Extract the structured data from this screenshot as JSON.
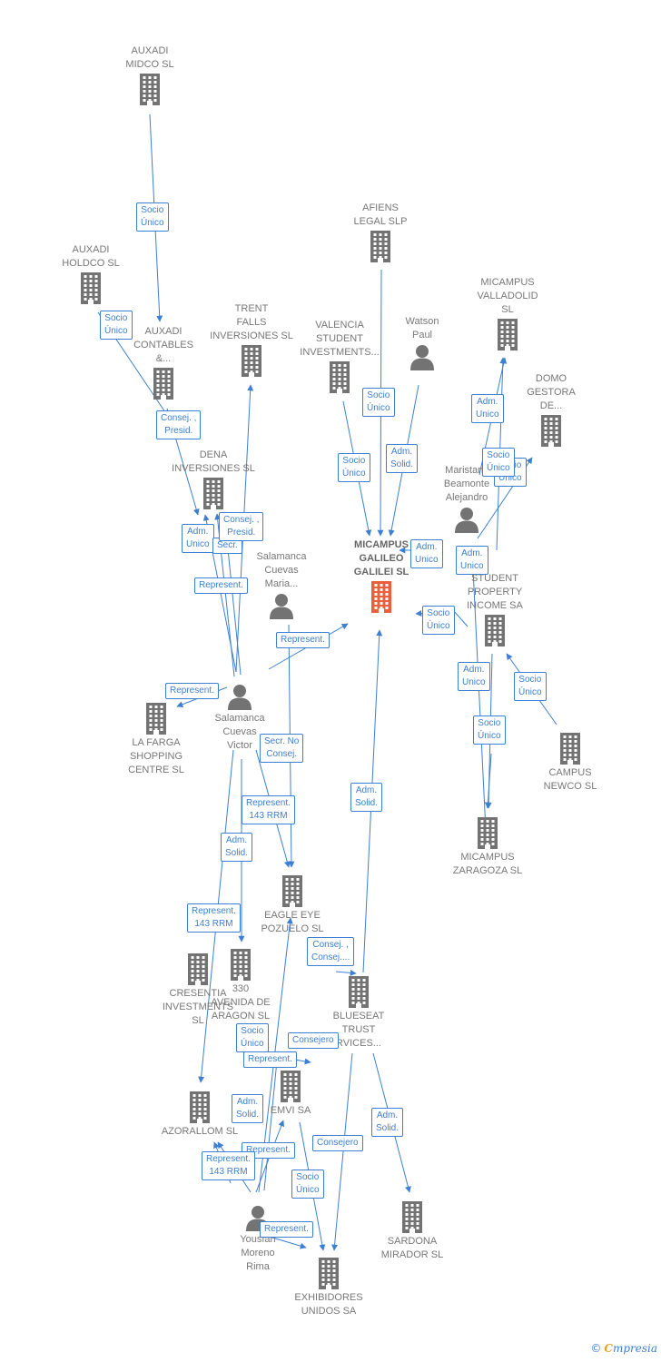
{
  "colors": {
    "edge": "#3d7fd1",
    "node_icon": "#737373",
    "focus_icon": "#e8603c"
  },
  "nodes": [
    {
      "id": "auxadi_midco",
      "label": "AUXADI\nMIDCO  SL",
      "type": "company"
    },
    {
      "id": "auxadi_holdco",
      "label": "AUXADI\nHOLDCO  SL",
      "type": "company"
    },
    {
      "id": "auxadi_contables",
      "label": "AUXADI\nCONTABLES\n&...",
      "type": "company"
    },
    {
      "id": "trent_falls",
      "label": "TRENT\nFALLS\nINVERSIONES SL",
      "type": "company"
    },
    {
      "id": "afiens",
      "label": "AFIENS\nLEGAL  SLP",
      "type": "company"
    },
    {
      "id": "valencia",
      "label": "VALENCIA\nSTUDENT\nINVESTMENTS...",
      "type": "company"
    },
    {
      "id": "watson",
      "label": "Watson\nPaul",
      "type": "person"
    },
    {
      "id": "micampus_valladolid",
      "label": "MICAMPUS\nVALLADOLID\nSL",
      "type": "company"
    },
    {
      "id": "domo",
      "label": "DOMO\nGESTORA\nDE...",
      "type": "company"
    },
    {
      "id": "dena",
      "label": "DENA\nINVERSIONES SL",
      "type": "company"
    },
    {
      "id": "maristany",
      "label": "Maristany\nBeamonte\nAlejandro",
      "type": "person"
    },
    {
      "id": "micampus_galileo",
      "label": "MICAMPUS\nGALILEO\nGALILEI  SL",
      "type": "focus"
    },
    {
      "id": "salamanca_maria",
      "label": "Salamanca\nCuevas\nMaria...",
      "type": "person"
    },
    {
      "id": "student_property",
      "label": "STUDENT\nPROPERTY\nINCOME SA",
      "type": "company"
    },
    {
      "id": "salamanca_victor",
      "label": "Salamanca\nCuevas\nVictor",
      "type": "person"
    },
    {
      "id": "la_farga",
      "label": "LA FARGA\nSHOPPING\nCENTRE SL",
      "type": "company"
    },
    {
      "id": "campus_newco",
      "label": "CAMPUS\nNEWCO  SL",
      "type": "company"
    },
    {
      "id": "micampus_zaragoza",
      "label": "MICAMPUS\nZARAGOZA  SL",
      "type": "company"
    },
    {
      "id": "eagle_eye",
      "label": "EAGLE EYE\nPOZUELO  SL",
      "type": "company"
    },
    {
      "id": "cresentia",
      "label": "CRESENTIA\nINVESTMENTS\nSL",
      "type": "company"
    },
    {
      "id": "avenida_aragon",
      "label": "330\nAVENIDA DE\nARAGON SL",
      "type": "company"
    },
    {
      "id": "blueseat",
      "label": "BLUESEAT\nTRUST\nRVICES...",
      "type": "company"
    },
    {
      "id": "emvi",
      "label": "EMVI SA",
      "type": "company"
    },
    {
      "id": "azorallom",
      "label": "AZORALLOM SL",
      "type": "company"
    },
    {
      "id": "sardona",
      "label": "SARDONA\nMIRADOR SL",
      "type": "company"
    },
    {
      "id": "yousfan",
      "label": "Yousfan\nMoreno\nRima",
      "type": "person"
    },
    {
      "id": "exhibidores",
      "label": "EXHIBIDORES\nUNIDOS SA",
      "type": "company"
    }
  ],
  "relations": [
    {
      "id": "r1",
      "label": "Socio\nÚnico"
    },
    {
      "id": "r2",
      "label": "Socio\nÚnico"
    },
    {
      "id": "r3",
      "label": "Consej. ,\nPresid."
    },
    {
      "id": "r4",
      "label": "Socio\nÚnico"
    },
    {
      "id": "r5",
      "label": "Socio\nÚnico"
    },
    {
      "id": "r6",
      "label": "Adm.\nSolid."
    },
    {
      "id": "r7",
      "label": "Adm.\nUnico"
    },
    {
      "id": "r8",
      "label": "Socio\nÚnico"
    },
    {
      "id": "r9",
      "label": "Socio\nÚnico"
    },
    {
      "id": "r10",
      "label": "Adm.\nUnico"
    },
    {
      "id": "r11",
      "label": "Secr."
    },
    {
      "id": "r12",
      "label": "Consej. ,\nPresid."
    },
    {
      "id": "r13",
      "label": "Represent."
    },
    {
      "id": "r14",
      "label": "Adm.\nUnico"
    },
    {
      "id": "r15",
      "label": "Adm.\nUnico"
    },
    {
      "id": "r16",
      "label": "Socio\nÚnico"
    },
    {
      "id": "r17",
      "label": "Represent."
    },
    {
      "id": "r18",
      "label": "Represent."
    },
    {
      "id": "r19",
      "label": "Adm.\nUnico"
    },
    {
      "id": "r20",
      "label": "Socio\nÚnico"
    },
    {
      "id": "r21",
      "label": "Socio\nÚnico"
    },
    {
      "id": "r22",
      "label": "Secr.  No\nConsej."
    },
    {
      "id": "r23",
      "label": "Represent.\n143 RRM"
    },
    {
      "id": "r24",
      "label": "Adm.\nSolid."
    },
    {
      "id": "r25",
      "label": "Adm.\nSolid."
    },
    {
      "id": "r26",
      "label": "Represent.\n143 RRM"
    },
    {
      "id": "r27",
      "label": "Consej. ,\nConsej...."
    },
    {
      "id": "r28",
      "label": "Socio\nÚnico"
    },
    {
      "id": "r29",
      "label": "Represent."
    },
    {
      "id": "r30",
      "label": "Consejero"
    },
    {
      "id": "r31",
      "label": "Adm.\nSolid."
    },
    {
      "id": "r32",
      "label": "Adm.\nSolid."
    },
    {
      "id": "r33",
      "label": "Represent."
    },
    {
      "id": "r34",
      "label": "Represent.\n143 RRM"
    },
    {
      "id": "r35",
      "label": "Consejero"
    },
    {
      "id": "r36",
      "label": "Socio\nÚnico"
    },
    {
      "id": "r37",
      "label": "Represent."
    }
  ],
  "footer": {
    "copyright": "©",
    "brand_initial": "C",
    "brand_rest": "mpresia"
  }
}
